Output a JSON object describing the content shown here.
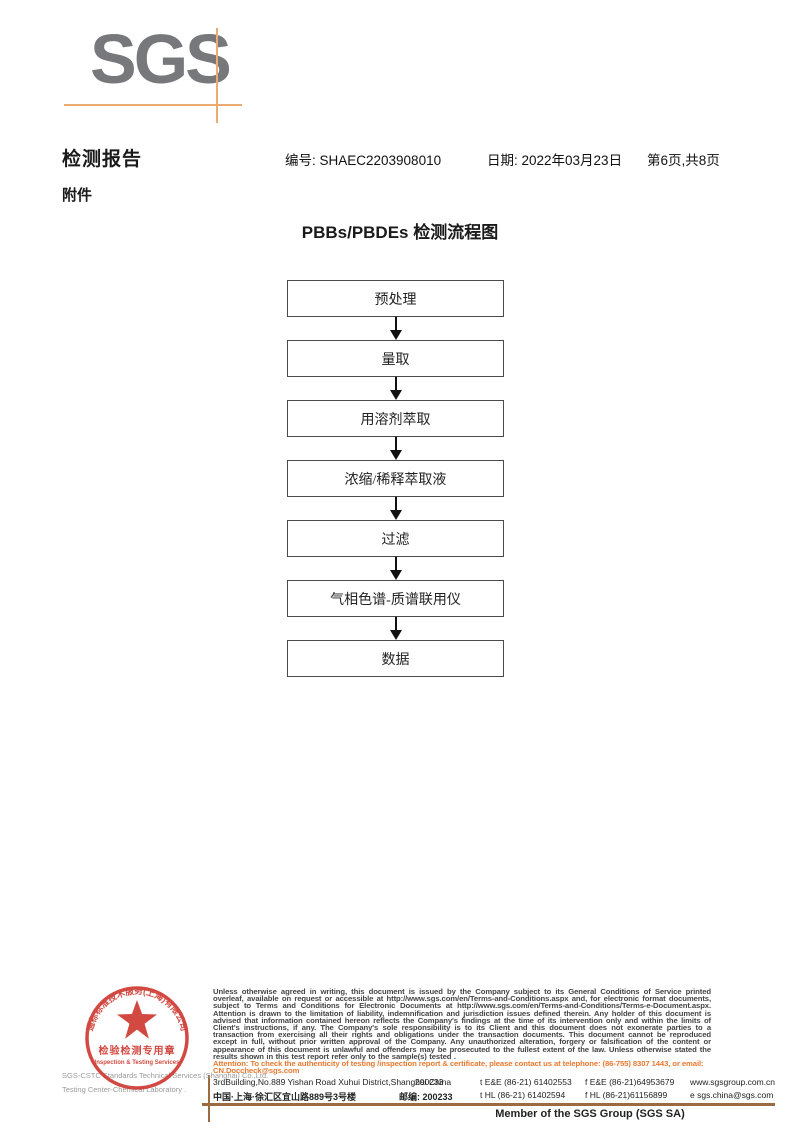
{
  "logo": {
    "text": "SGS"
  },
  "header": {
    "report_title": "检测报告",
    "report_no": "编号: SHAEC2203908010",
    "date": "日期: 2022年03月23日",
    "page_info": "第6页,共8页",
    "attachment": "附件"
  },
  "flowchart": {
    "title": "PBBs/PBDEs 检测流程图",
    "steps": [
      "预处理",
      "量取",
      "用溶剂萃取",
      "浓缩/稀释萃取液",
      "过滤",
      "气相色谱-质谱联用仪",
      "数据"
    ]
  },
  "stamp": {
    "arc_text": "通标标准技术服务(上海)有限公司",
    "line1": "检验检测专用章",
    "line2": "Inspection & Testing Services",
    "color": "#cf3a32"
  },
  "footer": {
    "company_line1": "SGS-CSTC Standards Technical Services (Shanghai) Co.,Ltd.",
    "company_line2": "Testing Center-Chemical Laboratory .",
    "legal_text": "Unless otherwise agreed in writing, this document is issued by the Company subject to its General Conditions of Service printed overleaf, available on request or accessible at http://www.sgs.com/en/Terms-and-Conditions.aspx and, for electronic format documents, subject to Terms and Conditions for Electronic Documents at http://www.sgs.com/en/Terms-and-Conditions/Terms-e-Document.aspx. Attention is drawn to the limitation of liability, indemnification and jurisdiction issues defined therein. Any holder of this document is advised that information contained hereon reflects the Company's findings at the time of its intervention only and within the limits of Client's instructions, if any. The Company's sole responsibility is to its Client and this document does not exonerate parties to a transaction from exercising all their rights and obligations under the transaction documents. This document cannot be reproduced except in full, without prior written approval of the Company. Any unauthorized alteration, forgery or falsification of the content or appearance of this document is unlawful and offenders may be prosecuted to the fullest extent of the law. Unless otherwise stated the results shown in this test report refer only to the sample(s) tested .",
    "attention_text": "Attention: To check the authenticity of testing /inspection report & certificate, please contact us at telephone: (86-755) 8307 1443, or email: CN.Doccheck@sgs.com",
    "address_en": "3rdBuilding,No.889 Yishan Road Xuhui District,Shanghai China",
    "postcode_en": "200233",
    "tel_en": "t E&E (86-21) 61402553",
    "fax_en": "f E&E (86-21)64953679",
    "web": "www.sgsgroup.com.cn",
    "address_cn": "中国·上海·徐汇区宜山路889号3号楼",
    "postcode_cn": "邮编: 200233",
    "tel_cn": "t HL (86-21) 61402594",
    "fax_cn": "f HL (86-21)61156899",
    "email": "e  sgs.china@sgs.com",
    "member_text": "Member of the SGS Group (SGS SA)"
  }
}
